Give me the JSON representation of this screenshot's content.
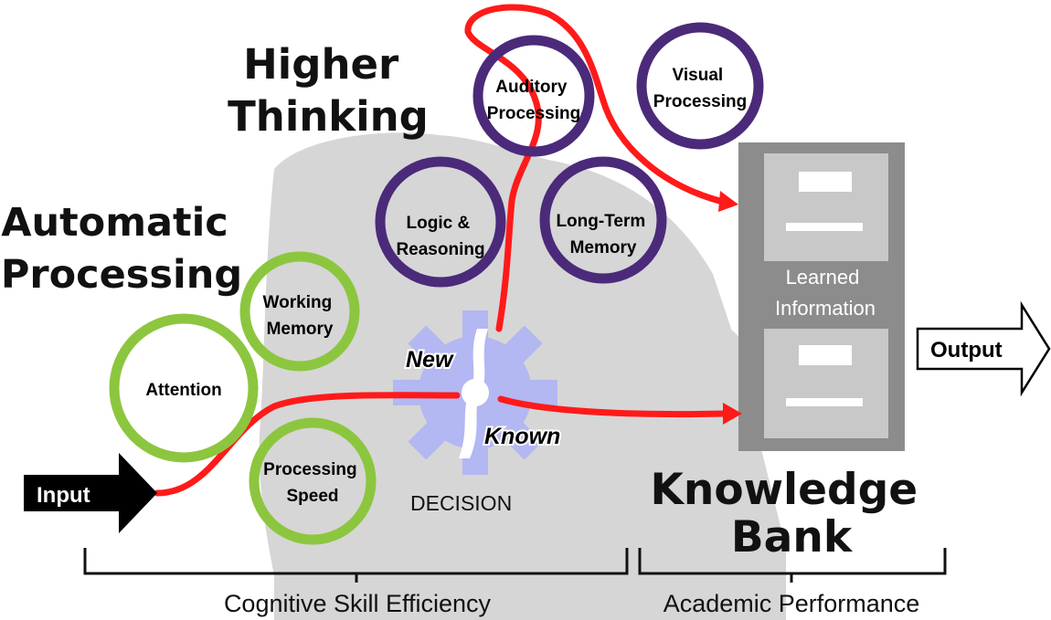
{
  "headings": {
    "higher_thinking": [
      "Higher",
      "Thinking"
    ],
    "automatic_processing": [
      "Automatic",
      "Processing"
    ],
    "knowledge_bank": [
      "Knowledge",
      "Bank"
    ]
  },
  "nodes": {
    "attention": [
      "Attention"
    ],
    "working_memory": [
      "Working",
      "Memory"
    ],
    "processing_speed": [
      "Processing",
      "Speed"
    ],
    "logic_reasoning": [
      "Logic &",
      "Reasoning"
    ],
    "long_term_memory": [
      "Long-Term",
      "Memory"
    ],
    "auditory_processing": [
      "Auditory",
      "Processing"
    ],
    "visual_processing": [
      "Visual",
      "Processing"
    ]
  },
  "decision": {
    "new": "New",
    "known": "Known",
    "label": "DECISION"
  },
  "cabinet": {
    "label": [
      "Learned",
      "Information"
    ]
  },
  "arrows": {
    "input": "Input",
    "output": "Output"
  },
  "footer": {
    "left": "Cognitive Skill Efficiency",
    "right": "Academic Performance"
  },
  "colors": {
    "automatic_ring": "#8cc63f",
    "higher_ring": "#4b2a7a",
    "path": "#ff1a1a",
    "gear": "#b3b7f2",
    "cabinet": "#8c8c8c",
    "drawer": "#c8c8c8",
    "head_silhouette": "#d6d6d6"
  }
}
